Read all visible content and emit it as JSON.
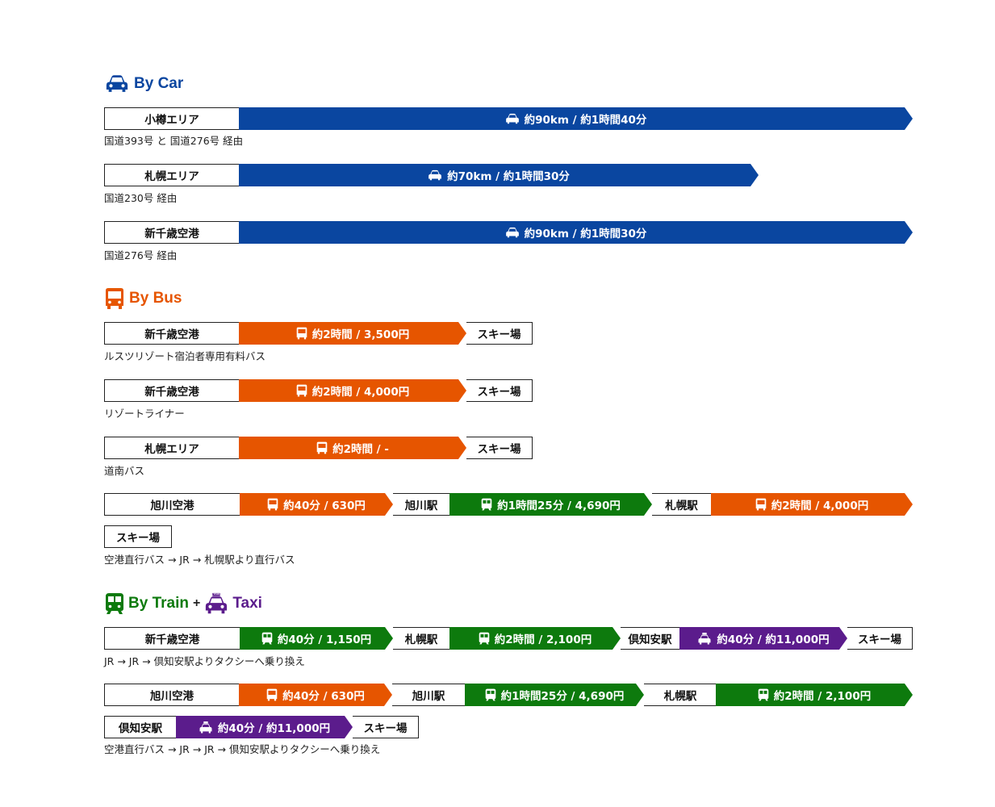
{
  "colors": {
    "car": "#0a46a0",
    "bus": "#e65500",
    "train": "#0d7a0d",
    "taxi": "#5b1c8c"
  },
  "car": {
    "title": "By Car",
    "routes": [
      {
        "from": "小樽エリア",
        "info": "約90km / 約1時間40分",
        "note": "国道393号 と 国道276号 経由"
      },
      {
        "from": "札幌エリア",
        "info": "約70km / 約1時間30分",
        "note": "国道230号 経由"
      },
      {
        "from": "新千歳空港",
        "info": "約90km / 約1時間30分",
        "note": "国道276号 経由"
      }
    ]
  },
  "bus": {
    "title": "By Bus",
    "routes": [
      {
        "from": "新千歳空港",
        "info": "約2時間 / 3,500円",
        "to": "スキー場",
        "note": "ルスツリゾート宿泊者専用有料バス"
      },
      {
        "from": "新千歳空港",
        "info": "約2時間 / 4,000円",
        "to": "スキー場",
        "note": "リゾートライナー"
      },
      {
        "from": "札幌エリア",
        "info": "約2時間 / -",
        "to": "スキー場",
        "note": "道南バス"
      }
    ],
    "multi": {
      "from": "旭川空港",
      "leg1": "約40分 / 630円",
      "stop1": "旭川駅",
      "leg2": "約1時間25分 / 4,690円",
      "stop2": "札幌駅",
      "leg3": "約2時間 / 4,000円",
      "dest": "スキー場",
      "note": "空港直行バス → JR → 札幌駅より直行バス"
    }
  },
  "train": {
    "title": "By Train",
    "plus": "+",
    "taxi_title": "Taxi",
    "taxi_sign": "TAXI",
    "route1": {
      "from": "新千歳空港",
      "leg1": "約40分 / 1,150円",
      "stop1": "札幌駅",
      "leg2": "約2時間 / 2,100円",
      "stop2": "倶知安駅",
      "leg3": "約40分 / 約11,000円",
      "dest": "スキー場",
      "note": "JR → JR → 倶知安駅よりタクシーへ乗り換え"
    },
    "route2": {
      "from": "旭川空港",
      "leg1": "約40分 / 630円",
      "stop1": "旭川駅",
      "leg2": "約1時間25分 / 4,690円",
      "stop2": "札幌駅",
      "leg3": "約2時間 / 2,100円",
      "from2": "倶知安駅",
      "leg4": "約40分 / 約11,000円",
      "dest": "スキー場",
      "note": "空港直行バス → JR → JR → 倶知安駅よりタクシーへ乗り換え"
    }
  }
}
